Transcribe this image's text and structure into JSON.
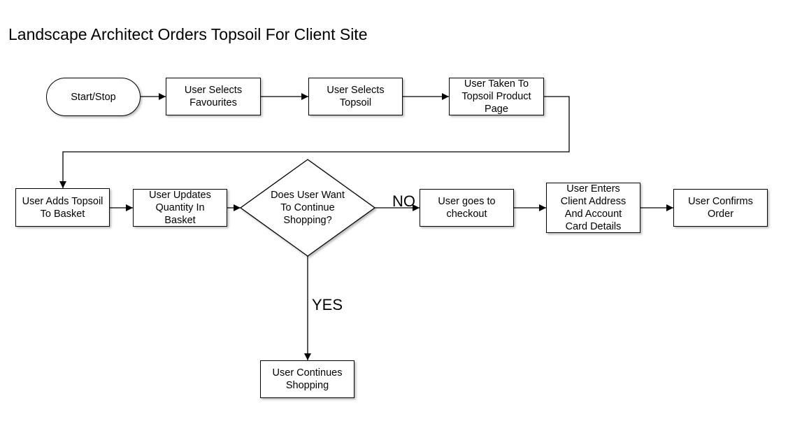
{
  "title": "Landscape Architect Orders Topsoil For Client Site",
  "nodes": {
    "start": "Start/Stop",
    "favourites": "User Selects\nFavourites",
    "topsoil": "User Selects\nTopsoil",
    "product_page": "User Taken To\nTopsoil Product\nPage",
    "add_basket": "User Adds Topsoil\nTo Basket",
    "update_qty": "User Updates\nQuantity In\nBasket",
    "decision": "Does User Want\nTo Continue\nShopping?",
    "checkout": "User goes to\ncheckout",
    "enter_details": "User Enters\nClient Address\nAnd Account\nCard Details",
    "confirm": "User Confirms\nOrder",
    "continue_shopping": "User Continues\nShopping"
  },
  "edge_labels": {
    "no": "NO",
    "yes": "YES"
  }
}
